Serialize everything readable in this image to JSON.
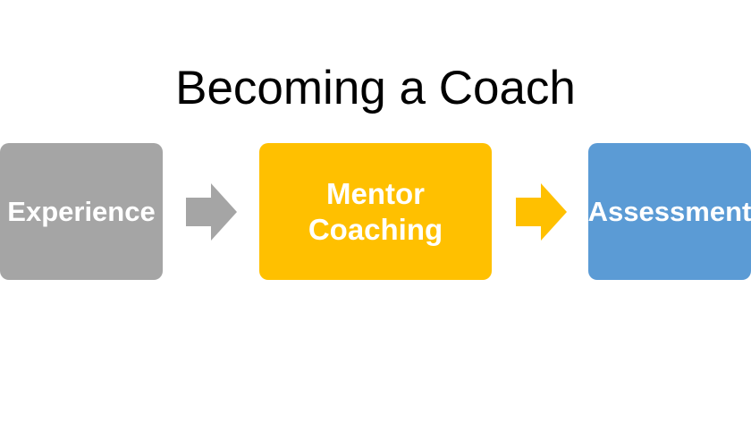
{
  "title": "Becoming a Coach",
  "steps": [
    {
      "label": "Experience",
      "color": "#a5a5a5"
    },
    {
      "label": "Mentor Coaching",
      "color": "#ffc000"
    },
    {
      "label": "Assessment",
      "color": "#5b9bd5"
    }
  ],
  "arrow_colors": [
    "#a5a5a5",
    "#ffc000"
  ]
}
